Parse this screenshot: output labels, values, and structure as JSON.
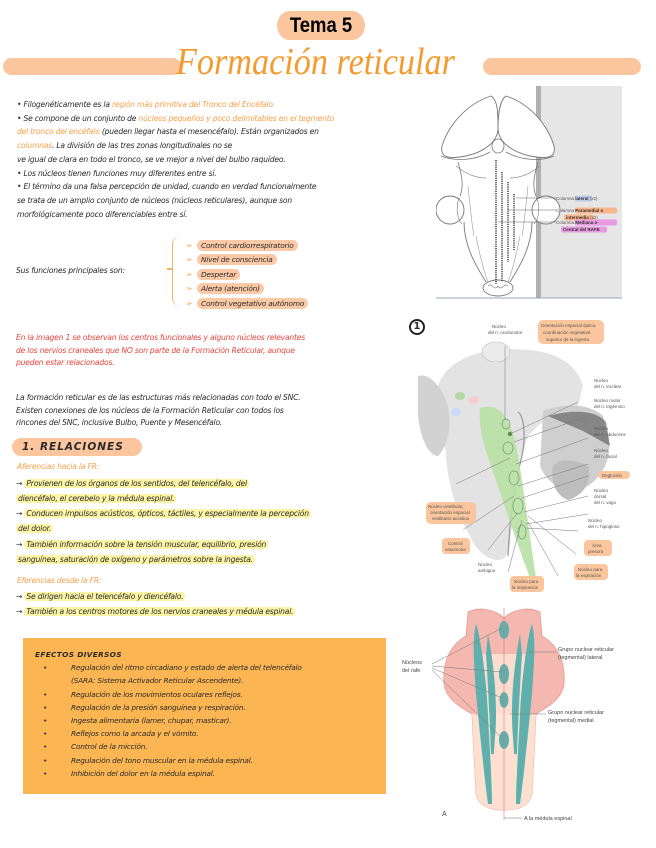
{
  "header": {
    "tema": "Tema 5",
    "title": "Formación reticular"
  },
  "intro": {
    "bullets": [
      {
        "pre": "• Filogenéticamente es la ",
        "hl": "región más primitiva del Tronco del Encéfalo.",
        "post": ""
      },
      {
        "pre": "• Se compone de un conjunto de ",
        "hl": "núcleos pequeños y poco delimitables en el tegmento",
        "post": ""
      },
      {
        "pre": "",
        "hl": "del tronco del encéfalo",
        "post": " (pueden llegar hasta el mesencéfalo). Están organizados en"
      },
      {
        "pre": "",
        "hl": "columnas",
        "post": ". La división de las tres zonas longitudinales no se"
      },
      {
        "pre": "ve igual de clara en todo el tronco, se ve mejor a nivel del bulbo raquídeo.",
        "hl": "",
        "post": ""
      },
      {
        "pre": "• Los núcleos tienen funciones muy diferentes entre sí.",
        "hl": "",
        "post": ""
      },
      {
        "pre": "• El término da una falsa percepción de unidad, cuando en verdad funcionalmente",
        "hl": "",
        "post": ""
      },
      {
        "pre": "se trata de un amplio conjunto de núcleos (núcleos reticulares), aunque son",
        "hl": "",
        "post": ""
      },
      {
        "pre": "morfológicamente poco diferenciables entre sí.",
        "hl": "",
        "post": ""
      }
    ]
  },
  "functions": {
    "label": "Sus funciones principales son:",
    "arrow": "➢",
    "items": [
      "Control cardiorrespiratorio",
      "Nivel de consciencia",
      "Despertar",
      "Alerta (atención)",
      "Control vegetativo autónomo"
    ]
  },
  "red_note": {
    "lines": [
      "En la imagen 1 se observan los centros funcionales y alguno núcleos relevantes",
      "de los nervios craneales que NO son parte de la Formación Reticular, aunque",
      "pueden estar relacionados."
    ]
  },
  "snc_note": {
    "lines": [
      "La formación reticular es de las estructuras más relacionadas con todo el SNC.",
      "Existen conexiones de los núcleos de la Formación Reticular con todos los",
      "rincones del SNC, inclusive Bulbo, Puente y Mesencéfalo."
    ]
  },
  "section1": {
    "title": "1.  RELACIONES",
    "aferencias": {
      "heading": "Aferencias hacia la FR:",
      "lines": [
        {
          "arrow": "→ ",
          "text": "Provienen de los órganos de los sentidos, del telencéfalo, del"
        },
        {
          "arrow": "",
          "text": "diencéfalo, el cerebelo y la médula espinal."
        },
        {
          "arrow": "→ ",
          "text": "Conducen impulsos acústicos, ópticos, táctiles, y especialmente la percepción"
        },
        {
          "arrow": "",
          "text": "del dolor."
        },
        {
          "arrow": "→ ",
          "text": "También información sobre la tensión muscular, equilibrio, presión"
        },
        {
          "arrow": "",
          "text": "sanguínea, saturación de oxígeno y parámetros sobre la ingesta."
        }
      ]
    },
    "eferencias": {
      "heading": "Eferencias desde la FR:",
      "lines": [
        {
          "arrow": "→ ",
          "text": "Se dirigen hacia el telencéfalo y diencéfalo."
        },
        {
          "arrow": "→ ",
          "text": "También a los centros motores de los nervios craneales y médula espinal."
        }
      ]
    }
  },
  "efectos": {
    "heading": "EFECTOS DIVERSOS",
    "items": [
      "Regulación del ritmo circadiano y estado de alerta del telencéfalo",
      "(SARA: Sistema Activador Reticular Ascendente).",
      "Regulación de los movimientos oculares reflejos.",
      "Regulación de la presión sanguínea y respiración.",
      "Ingesta alimentaria (lamer, chupar, masticar).",
      "Reflejos como la arcada y el vómito.",
      "Control de la micción.",
      "Regulación del tono muscular en la médula espinal.",
      "Inhibición del dolor en la médula espinal."
    ]
  },
  "figure_columns": {
    "labels": [
      {
        "pre": "Columna ",
        "hl": "lateral",
        "post": " (x2)",
        "color": "#b9c6ea"
      },
      {
        "pre": "Columna ",
        "hl": "Paramedial o",
        "post": "",
        "color": "#fbb58a"
      },
      {
        "pre": "",
        "hl": "intermedia",
        "post": " (x2)",
        "color": "#fbb58a"
      },
      {
        "pre": "Columna ",
        "hl": "Mediana o",
        "post": "",
        "color": "#e79adf"
      },
      {
        "pre": "",
        "hl": "Central del RAFE",
        "post": "",
        "color": "#e79adf"
      }
    ]
  },
  "figure_sagittal": {
    "number": "1",
    "labels_plain": [
      "Núcleo del n. oculomotor",
      "Núcleo del n. troclear",
      "Núcleo motor del n. trigémino",
      "Núcleo del n. abducens",
      "Núcleo del n. facial",
      "Núcleo dorsal del n. vago",
      "Núcleo del n. hipogloso",
      "Núcleo ambiguo"
    ],
    "labels_highlight": [
      "Orientación espacial óptica, coordinación vegetativa superior de la ingesta",
      "Deglución",
      "Núcleo vestibular, orientación espacial vestibular acústica",
      "Control vasomotor",
      "Área presora",
      "Núcleo para la espiración",
      "Núcleo para la inspiración"
    ]
  },
  "figure_dorsal": {
    "labels": [
      "Grupo nuclear reticular (tegmental) lateral",
      "Núcleos del rafe",
      "Grupo nuclear reticular (tegmental) medial",
      "A la médula espinal",
      "A"
    ]
  },
  "colors": {
    "accent_orange": "#f79a2e",
    "pill_peach": "#fbc69d",
    "note_red": "#e8453c",
    "highlight_yellow": "#fdf5a6",
    "efectos_box": "#fbb552"
  }
}
